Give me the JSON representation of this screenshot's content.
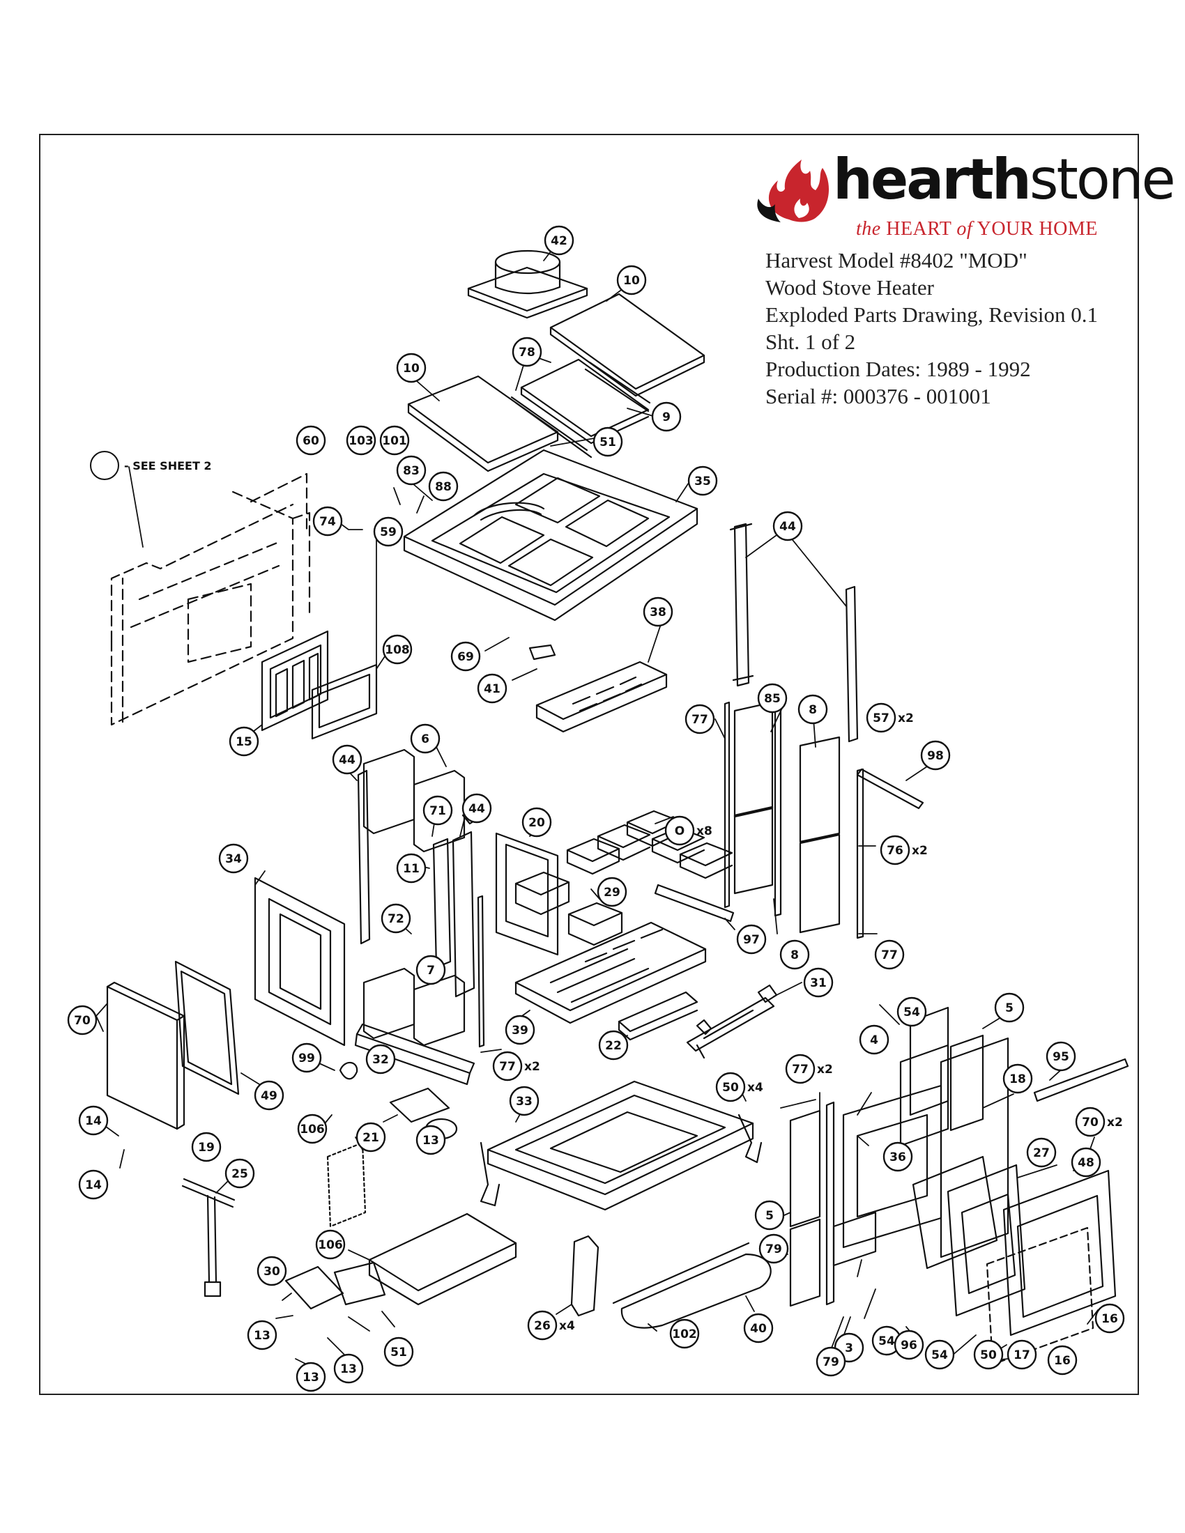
{
  "brand": {
    "name_bold": "hearth",
    "name_regular": "stone",
    "tagline_part1": "the",
    "tagline_part2": "HEART",
    "tagline_part3": "of",
    "tagline_part4": "YOUR HOME",
    "flame_color": "#c8252d",
    "text_color": "#111111"
  },
  "info": {
    "line1": "Harvest Model #8402 \"MOD\"",
    "line2": "Wood Stove Heater",
    "line3": "Exploded Parts Drawing, Revision 0.1",
    "line4": "Sht. 1 of 2",
    "line5": "Production Dates: 1989 - 1992",
    "line6": "Serial #: 000376 - 001001"
  },
  "see_sheet_note": "- SEE SHEET 2",
  "callouts": [
    {
      "label": "42"
    },
    {
      "label": "10"
    },
    {
      "label": "78"
    },
    {
      "label": "10"
    },
    {
      "label": "9"
    },
    {
      "label": "51"
    },
    {
      "label": "60"
    },
    {
      "label": "103"
    },
    {
      "label": "101"
    },
    {
      "label": "83"
    },
    {
      "label": "88"
    },
    {
      "label": "74"
    },
    {
      "label": "59"
    },
    {
      "label": "35"
    },
    {
      "label": "44"
    },
    {
      "label": "38"
    },
    {
      "label": "69"
    },
    {
      "label": "41"
    },
    {
      "label": "108"
    },
    {
      "label": "15"
    },
    {
      "label": "6"
    },
    {
      "label": "77"
    },
    {
      "label": "85"
    },
    {
      "label": "8"
    },
    {
      "label": "57",
      "qty": "x2"
    },
    {
      "label": "98"
    },
    {
      "label": "44"
    },
    {
      "label": "71"
    },
    {
      "label": "44"
    },
    {
      "label": "O",
      "qty": "x8"
    },
    {
      "label": "20"
    },
    {
      "label": "11"
    },
    {
      "label": "34"
    },
    {
      "label": "72"
    },
    {
      "label": "29"
    },
    {
      "label": "76",
      "qty": "x2"
    },
    {
      "label": "7"
    },
    {
      "label": "97"
    },
    {
      "label": "8"
    },
    {
      "label": "77"
    },
    {
      "label": "39"
    },
    {
      "label": "31"
    },
    {
      "label": "70"
    },
    {
      "label": "22"
    },
    {
      "label": "32"
    },
    {
      "label": "77",
      "qty": "x2"
    },
    {
      "label": "99"
    },
    {
      "label": "54"
    },
    {
      "label": "5"
    },
    {
      "label": "4"
    },
    {
      "label": "95"
    },
    {
      "label": "49"
    },
    {
      "label": "33"
    },
    {
      "label": "50",
      "qty": "x4"
    },
    {
      "label": "77",
      "qty": "x2"
    },
    {
      "label": "18"
    },
    {
      "label": "14"
    },
    {
      "label": "106"
    },
    {
      "label": "21"
    },
    {
      "label": "36"
    },
    {
      "label": "70",
      "qty": "x2"
    },
    {
      "label": "19"
    },
    {
      "label": "27"
    },
    {
      "label": "48"
    },
    {
      "label": "14"
    },
    {
      "label": "25"
    },
    {
      "label": "13"
    },
    {
      "label": "5"
    },
    {
      "label": "79"
    },
    {
      "label": "106"
    },
    {
      "label": "30"
    },
    {
      "label": "26",
      "qty": "x4"
    },
    {
      "label": "40"
    },
    {
      "label": "3"
    },
    {
      "label": "54"
    },
    {
      "label": "16"
    },
    {
      "label": "13"
    },
    {
      "label": "51"
    },
    {
      "label": "102"
    },
    {
      "label": "96"
    },
    {
      "label": "54"
    },
    {
      "label": "50"
    },
    {
      "label": "17"
    },
    {
      "label": "16"
    },
    {
      "label": "13"
    },
    {
      "label": "13"
    },
    {
      "label": "79"
    }
  ]
}
